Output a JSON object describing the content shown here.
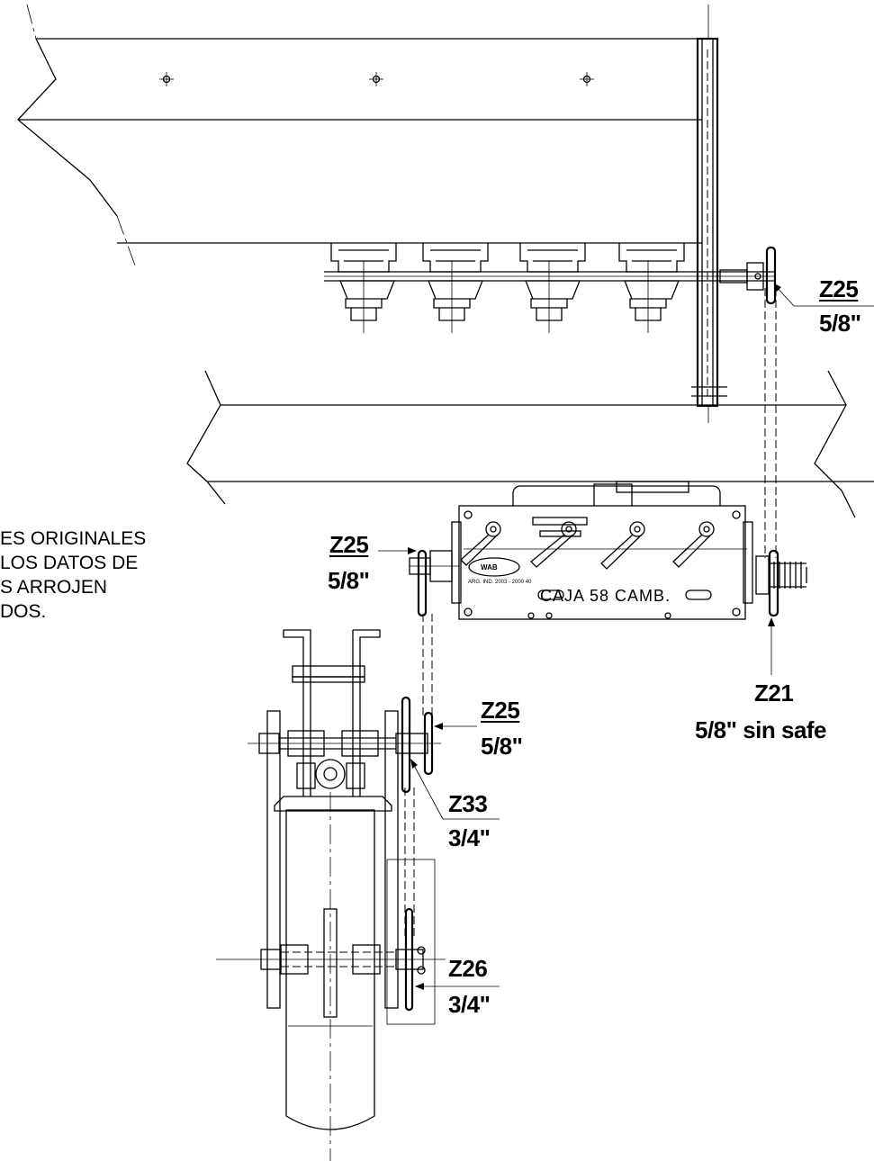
{
  "note": {
    "lines": [
      "ES ORIGINALES",
      "LOS DATOS DE",
      "S ARROJEN",
      "DOS."
    ]
  },
  "labels": {
    "z25_top": {
      "code": "Z25",
      "size": "5/8\""
    },
    "z25_box": {
      "code": "Z25",
      "size": "5/8\""
    },
    "z25_wheel": {
      "code": "Z25",
      "size": "5/8\""
    },
    "z21": {
      "code": "Z21",
      "size": "5/8\" sin safe"
    },
    "z33": {
      "code": "Z33",
      "size": "3/4\""
    },
    "z26": {
      "code": "Z26",
      "size": "3/4\""
    }
  },
  "gearbox": {
    "title": "CAJA 58 CAMB.",
    "logo": "WAB",
    "small_text": "ARG. IND. 2003 - 2000 40"
  }
}
